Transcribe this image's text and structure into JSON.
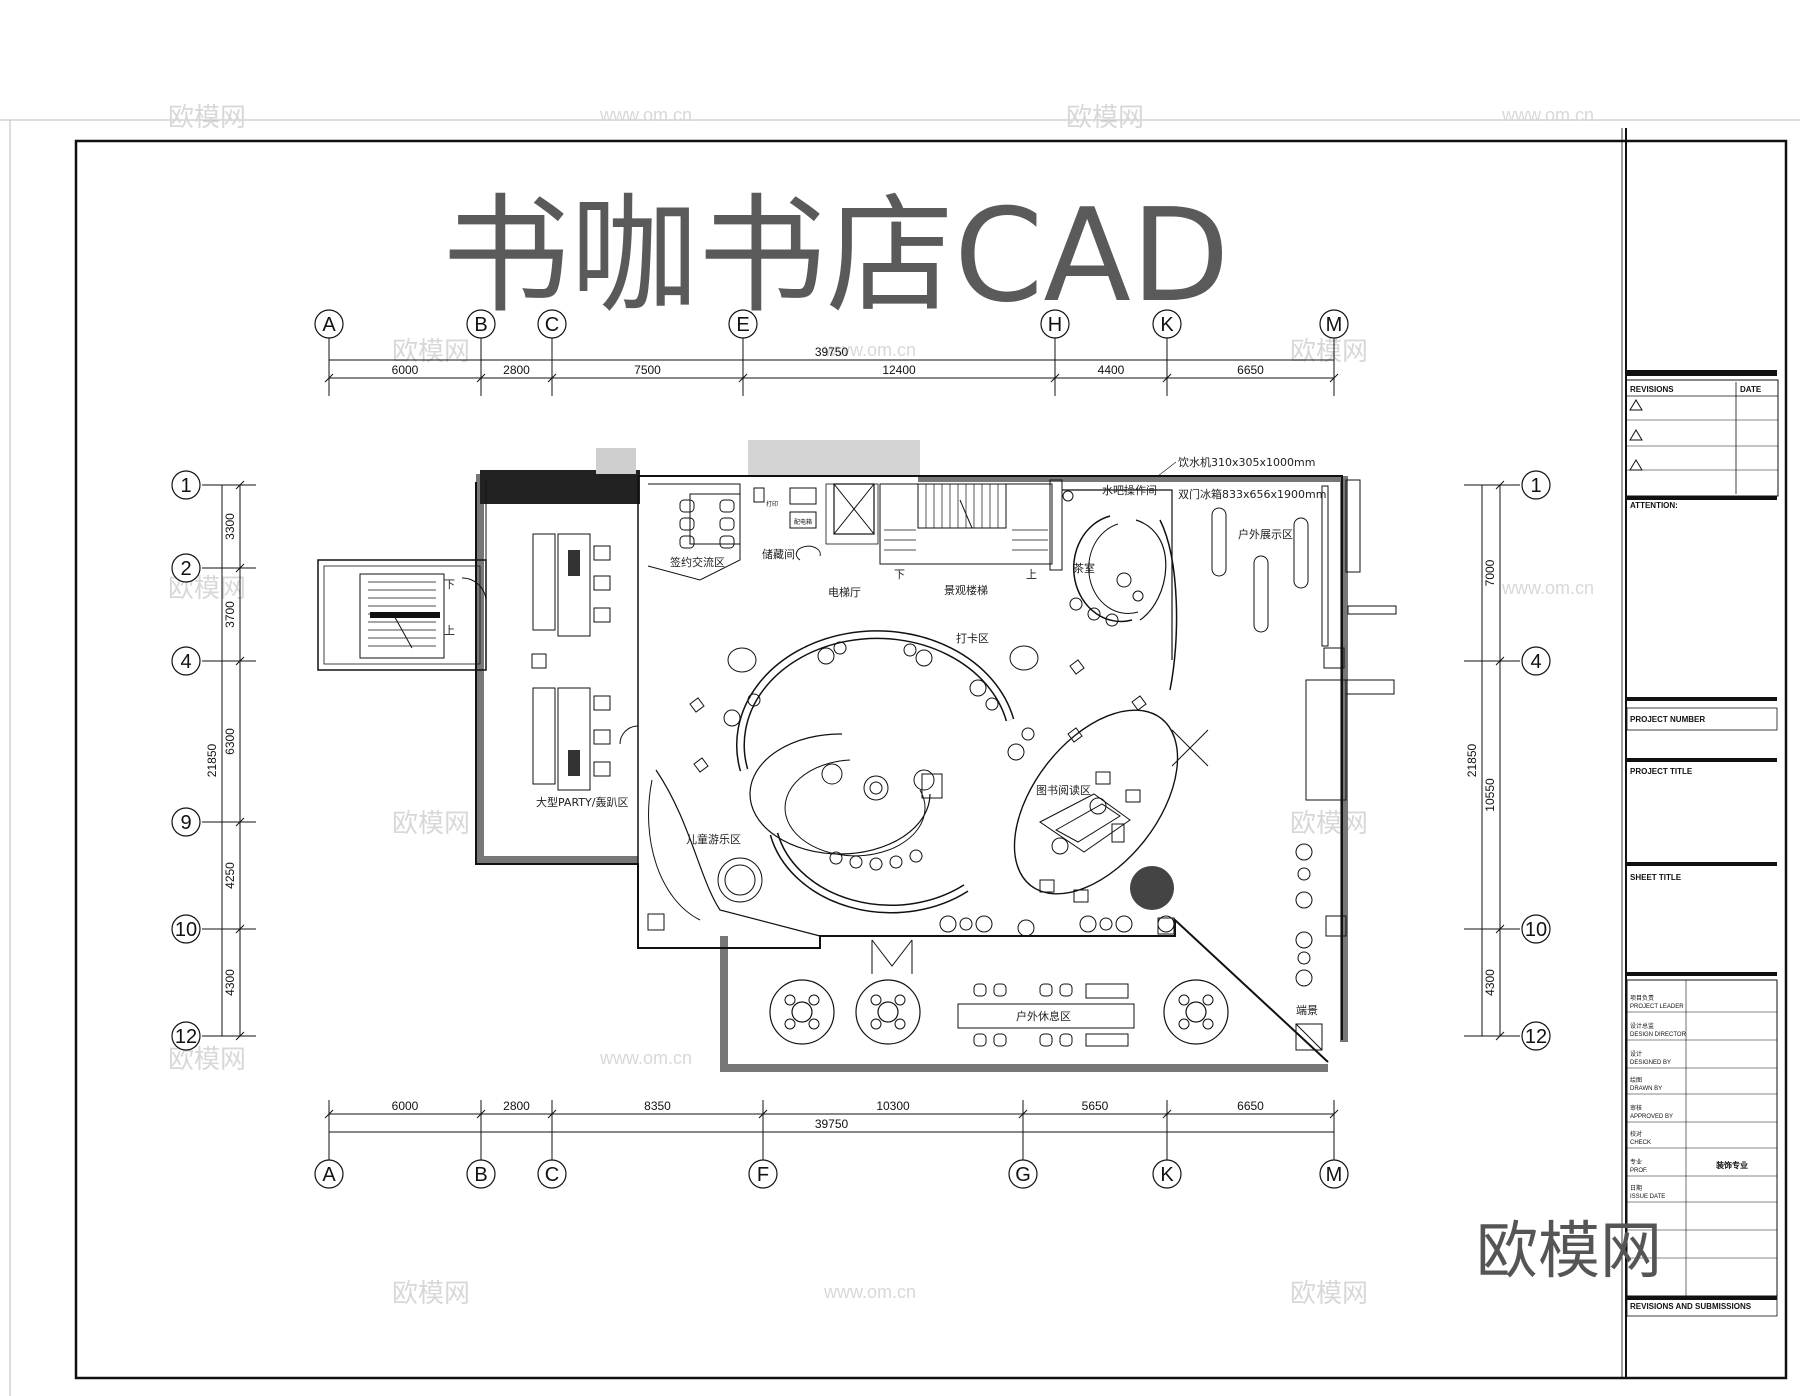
{
  "title": "书咖书店CAD",
  "axes": {
    "top_letters": [
      "A",
      "B",
      "C",
      "E",
      "H",
      "K",
      "M"
    ],
    "bottom_letters": [
      "A",
      "B",
      "C",
      "F",
      "G",
      "K",
      "M"
    ],
    "left_numbers": [
      "1",
      "2",
      "4",
      "9",
      "10",
      "12"
    ],
    "right_numbers": [
      "1",
      "4",
      "10",
      "12"
    ]
  },
  "dimensions": {
    "top_total": "39750",
    "top_segments": [
      "6000",
      "2800",
      "7500",
      "12400",
      "4400",
      "6650"
    ],
    "bottom_total": "39750",
    "bottom_segments": [
      "6000",
      "2800",
      "8350",
      "10300",
      "5650",
      "6650"
    ],
    "left_total": "21850",
    "left_segments": [
      "3300",
      "3700",
      "6300",
      "4250",
      "4300"
    ],
    "right_total": "21850",
    "right_segments": [
      "7000",
      "10550",
      "4300"
    ]
  },
  "rooms": {
    "party": "大型PARTY/轰趴区",
    "signing": "签约交流区",
    "storage": "储藏间",
    "elevator_hall": "电梯厅",
    "stairs": "景观楼梯",
    "checkin": "打卡区",
    "tea": "茶室",
    "bar_op": "水吧操作间",
    "outdoor_display": "户外展示区",
    "reading": "图书阅读区",
    "kids": "儿童游乐区",
    "outdoor_rest": "户外休息区",
    "landscape": "端景",
    "dispenser": "饮水机310x305x1000mm",
    "fridge": "双门冰箱833x656x1900mm",
    "down1": "下",
    "down2": "下",
    "up1": "上",
    "up2": "上",
    "small1": "打印",
    "small2": "配电箱"
  },
  "title_block": {
    "revisions": "REVISIONS",
    "date": "DATE",
    "attention": "ATTENTION:",
    "project_number": "PROJECT NUMBER",
    "project_title": "PROJECT TITLE",
    "sheet_title": "SHEET TITLE",
    "project_leader_cn": "项目负责",
    "project_leader": "PROJECT LEADER",
    "design_director_cn": "设计总监",
    "design_director": "DESIGN DIRECTOR",
    "designed_by_cn": "设计",
    "designed_by": "DESIGNED BY",
    "drawn_by_cn": "绘图",
    "drawn_by": "DRAWN BY",
    "approved_by_cn": "审核",
    "approved_by": "APPROVED BY",
    "check_cn": "校对",
    "check": "CHECK",
    "prof_cn": "专业",
    "prof": "PROF.",
    "prof_value": "装饰专业",
    "issue_date_cn": "日期",
    "issue_date": "ISSUE DATE",
    "footer": "REVISIONS AND SUBMISSIONS"
  },
  "brand_watermark": "欧模网",
  "watermark_logo": "欧模网",
  "watermark_url": "www.om.cn"
}
